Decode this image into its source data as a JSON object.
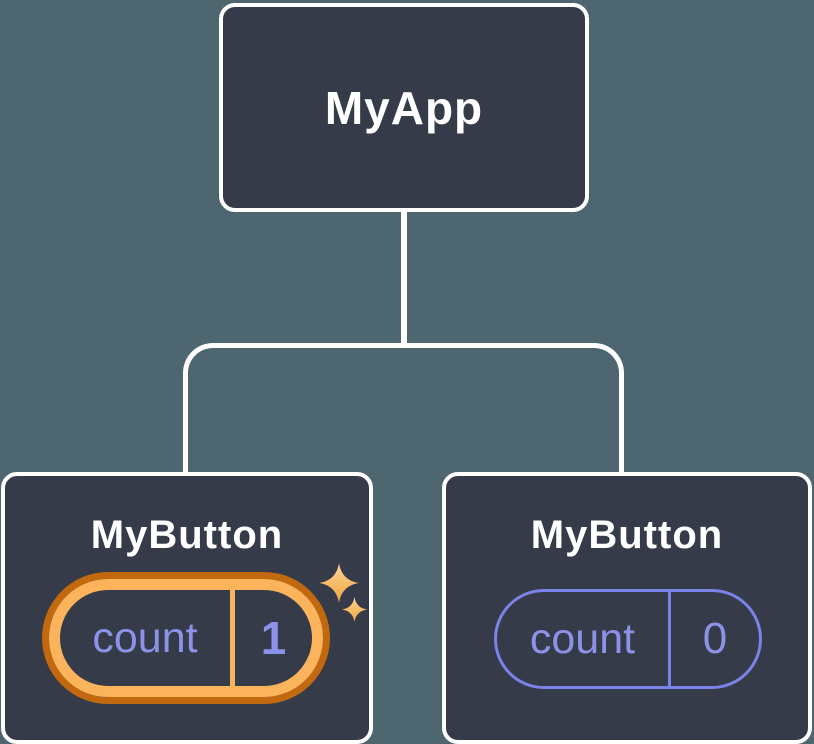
{
  "diagram": {
    "type": "component-tree",
    "root": {
      "label": "MyApp"
    },
    "children": [
      {
        "label": "MyButton",
        "state": {
          "key": "count",
          "value": "1"
        },
        "highlighted": true
      },
      {
        "label": "MyButton",
        "state": {
          "key": "count",
          "value": "0"
        },
        "highlighted": false
      }
    ],
    "icons": {
      "highlight_large": "sparkle-icon",
      "highlight_small": "sparkle-icon"
    },
    "colors": {
      "canvas_background": "#4D6670",
      "node_fill": "#353B48",
      "node_border": "#FFFFFF",
      "connector": "#FFFFFF",
      "node_text": "#FFFFFF",
      "state_text": "#8B92E8",
      "state_pill_border": "#7B83E8",
      "highlight_ring_inner": "#FBB45C",
      "highlight_ring_outer": "#C2690F",
      "sparkle_light": "#FFD595",
      "sparkle_dark": "#EFA43F"
    }
  }
}
